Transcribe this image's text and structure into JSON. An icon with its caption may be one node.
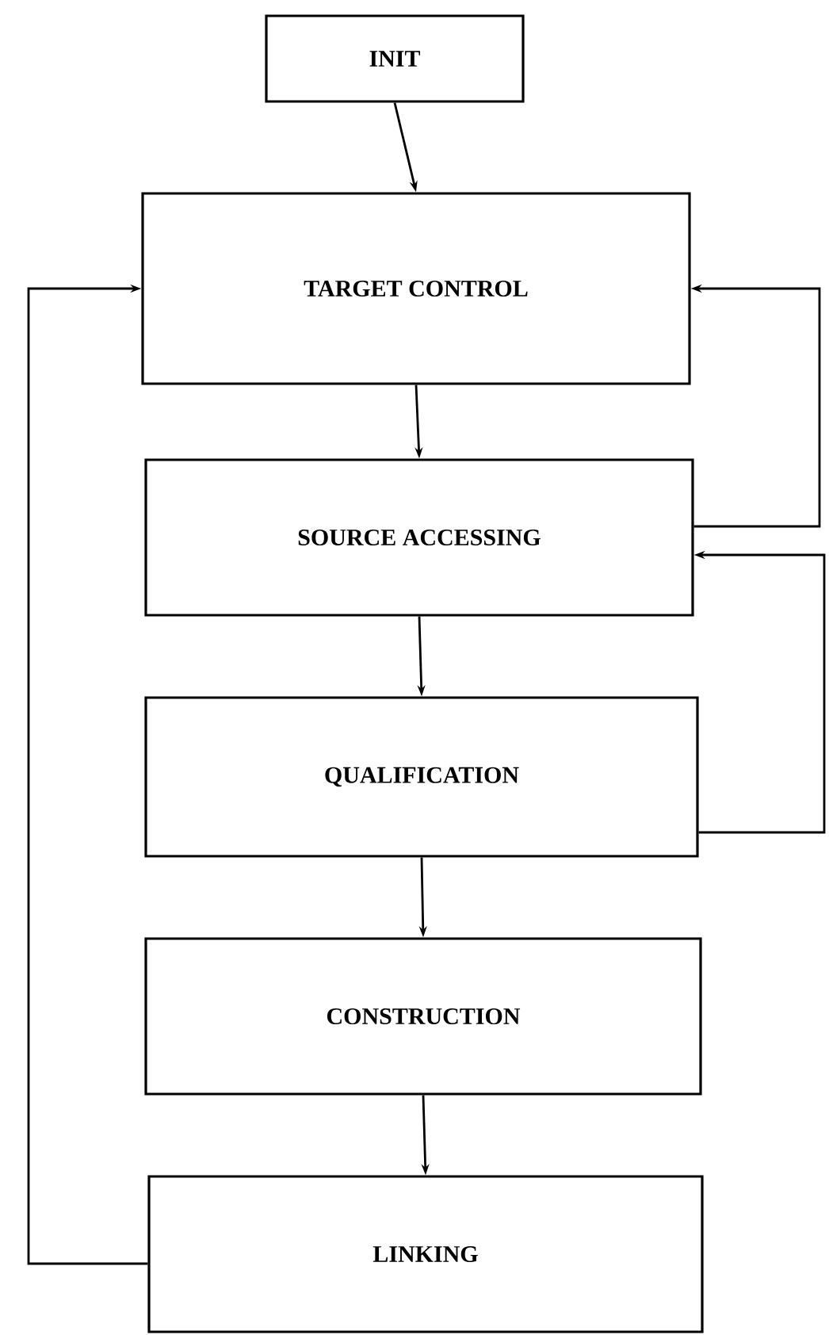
{
  "diagram": {
    "nodes": [
      {
        "text": [
          "INIT"
        ]
      },
      {
        "text": [
          "TARGET CONTROL"
        ]
      },
      {
        "text": [
          "SOURCE ACCESSING"
        ]
      },
      {
        "text": [
          "QUALIFICATION"
        ]
      },
      {
        "text": [
          "CONSTRUCTION"
        ]
      },
      {
        "text": [
          "LINKING"
        ]
      }
    ],
    "edges": [
      {
        "from": 0,
        "to": 1,
        "arrow": "to"
      },
      {
        "from": 1,
        "to": 2,
        "arrow": "to"
      },
      {
        "from": 2,
        "to": 3,
        "arrow": "to"
      },
      {
        "from": 3,
        "to": 4,
        "arrow": "to"
      },
      {
        "from": 4,
        "to": 5,
        "arrow": "to"
      },
      {
        "from": 2,
        "to": 1,
        "arrow": "to"
      },
      {
        "from": 3,
        "to": 2,
        "arrow": "to"
      },
      {
        "from": 5,
        "to": 1,
        "arrow": "to"
      }
    ]
  }
}
